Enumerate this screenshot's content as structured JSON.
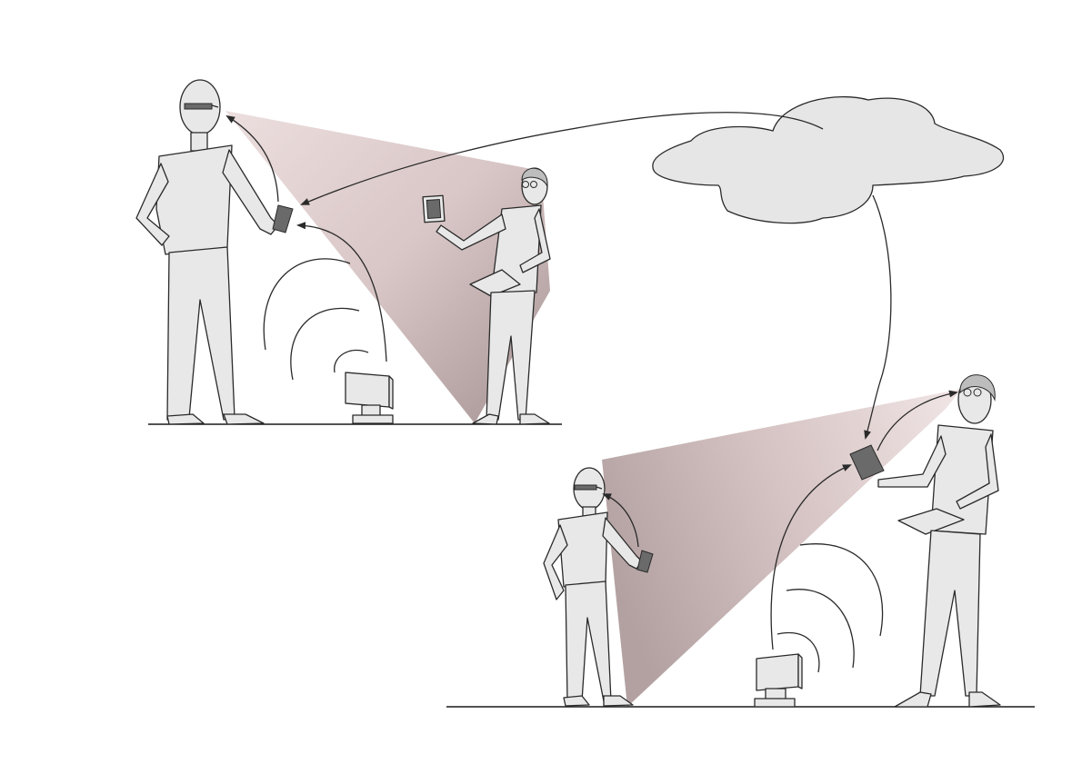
{
  "colors": {
    "background": "#ffffff",
    "figure_fill": "#e8e8e8",
    "outline": "#2a2a2a",
    "cloud_fill": "#e6e6e6",
    "beam_light": "#ead8d8",
    "beam_dark": "#b7a6a6"
  },
  "icons": [
    "person",
    "smart-glasses",
    "smartphone",
    "tablet",
    "paper-sheet",
    "computer-monitor",
    "wireless-signal",
    "cloud",
    "arrow"
  ]
}
